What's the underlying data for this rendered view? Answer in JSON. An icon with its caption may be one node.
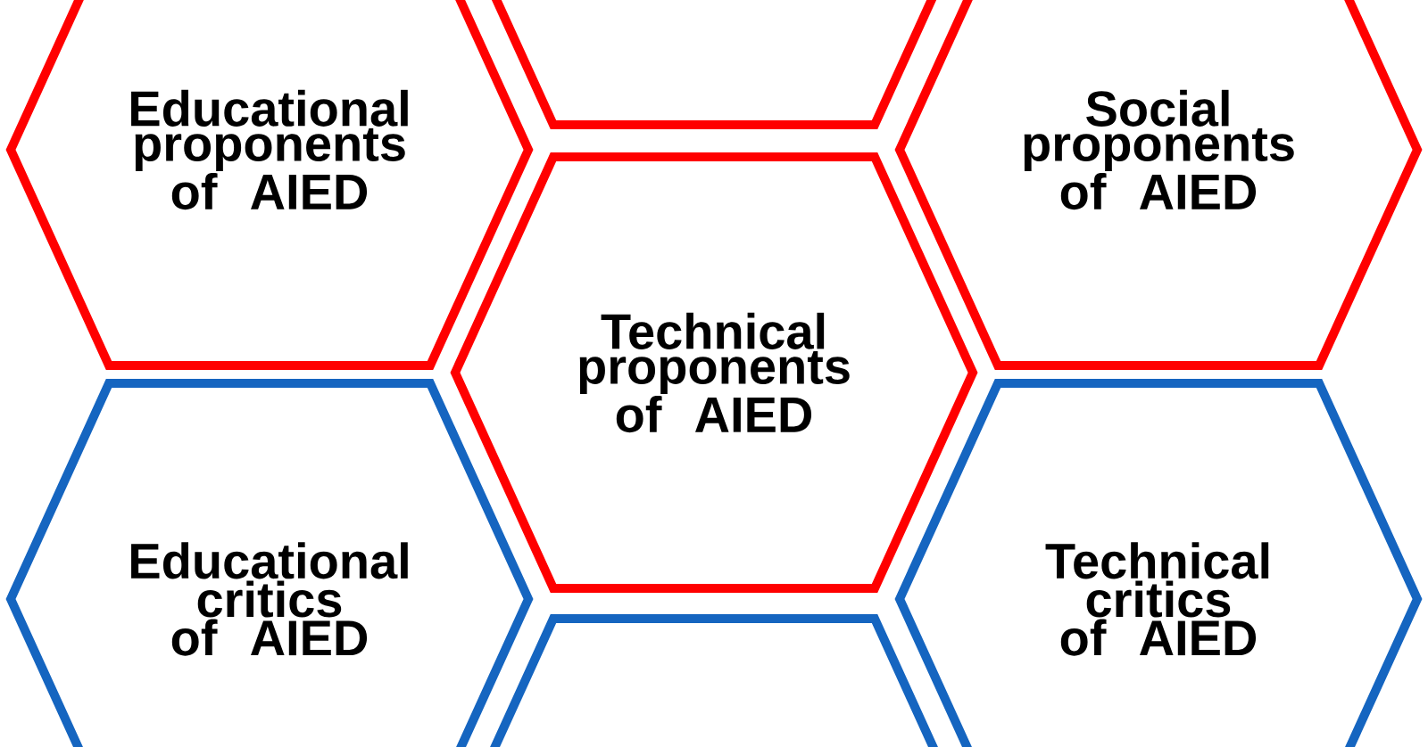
{
  "diagram": {
    "nodes": [
      {
        "text": [],
        "shape": "hexagon"
      },
      {
        "text": [
          "Educational proponents of AIED"
        ]
      },
      {
        "text": [
          "Social proponents of AIED"
        ]
      },
      {
        "text": [
          "Technical proponents of AIED"
        ]
      },
      {
        "text": [
          "Educational critics of AIED"
        ]
      },
      {
        "text": [
          "Technical critics of AIED"
        ]
      },
      {
        "text": [],
        "shape": "hexagon"
      }
    ]
  }
}
